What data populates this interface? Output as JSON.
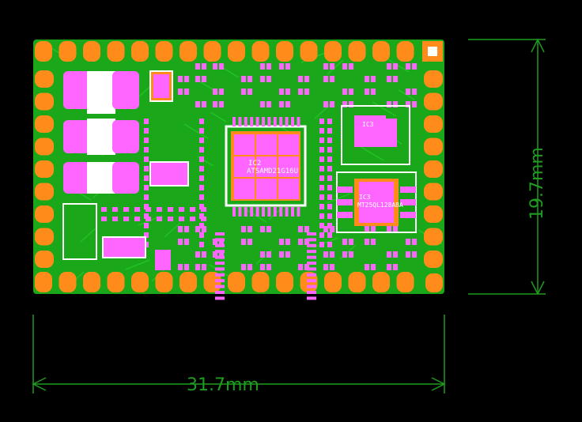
{
  "colors": {
    "background": "#000000",
    "board": "#1aa81a",
    "pad_orange": "#ff8c1a",
    "pad_pink": "#ff66ff",
    "silk": "#ffffff",
    "dimension": "#1f9b1f"
  },
  "dimensions": {
    "width_label": "31.7mm",
    "height_label": "19.7mm"
  },
  "components": {
    "mcu_ref": "IC2",
    "mcu_part": "ATSAMD21G16U",
    "flash_ref": "IC3",
    "flash_part": "MT25QL128ABA",
    "small_ic_ref": "IC3"
  }
}
